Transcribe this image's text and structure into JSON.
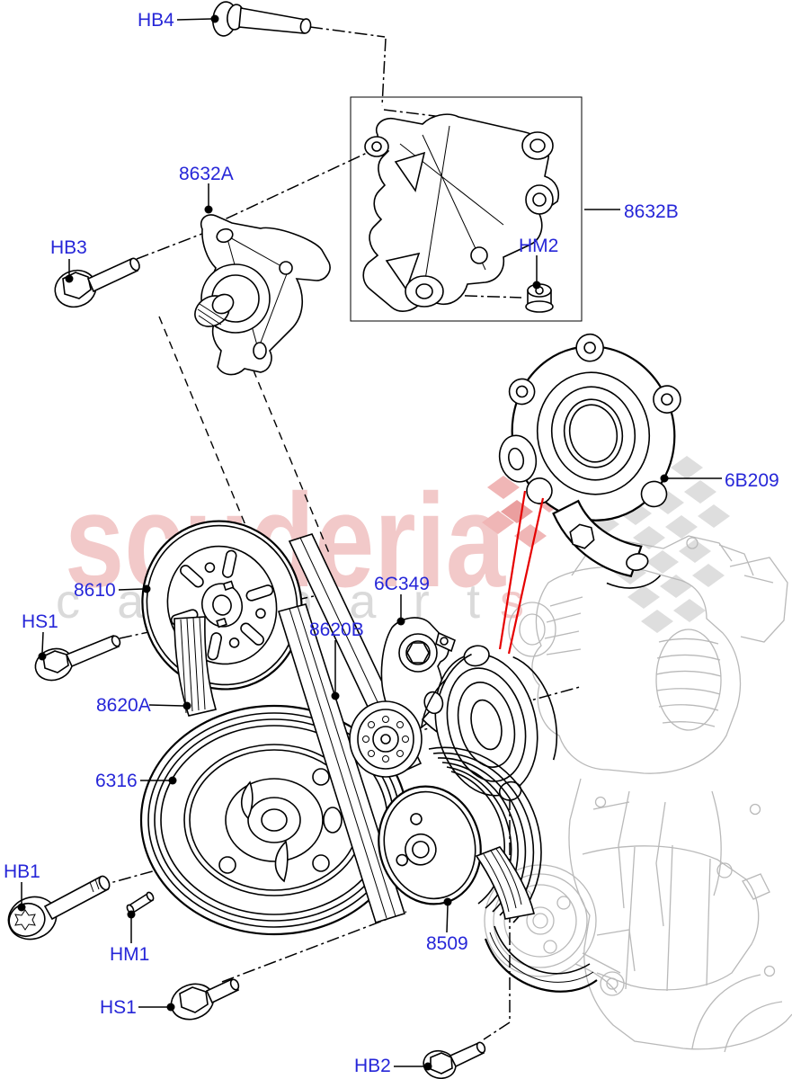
{
  "title": "Pulleys and drive belt exploded-parts diagram",
  "watermark": {
    "brand": "scuderia",
    "suffix_main": "car part",
    "suffix_tail": "s"
  },
  "labels": {
    "hb4": "HB4",
    "p8632a": "8632A",
    "hb3": "HB3",
    "p8632b": "8632B",
    "hm2": "HM2",
    "p6b209": "6B209",
    "p8610": "8610",
    "p6c349": "6C349",
    "p8620b": "8620B",
    "hs1_top": "HS1",
    "p8620a": "8620A",
    "p6316": "6316",
    "hb1": "HB1",
    "hm1": "HM1",
    "p8509": "8509",
    "hs1_bottom": "HS1",
    "hb2": "HB2"
  },
  "colors": {
    "label": "#2626d8",
    "red_pointer": "#e60000",
    "ghost": "#b9b9b9",
    "watermark_pink": "#f2c9c9",
    "watermark_gray": "#dadada",
    "checker_gray": "#dedede",
    "checker_pink": "#f0b6b6"
  }
}
